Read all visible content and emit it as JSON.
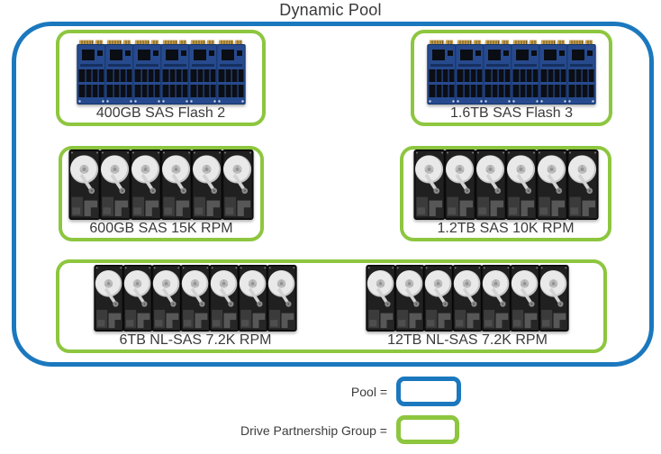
{
  "title": "Dynamic Pool",
  "colors": {
    "pool_blue": "#1b78be",
    "group_green": "#8dc63f",
    "label_text": "#3a3a3a"
  },
  "groups": [
    {
      "label": "400GB SAS Flash 2",
      "drive_type": "ssd",
      "drive_count": 6
    },
    {
      "label": "1.6TB SAS Flash 3",
      "drive_type": "ssd",
      "drive_count": 6
    },
    {
      "label": "600GB SAS 15K RPM",
      "drive_type": "hdd",
      "drive_count": 6
    },
    {
      "label": "1.2TB SAS 10K RPM",
      "drive_type": "hdd",
      "drive_count": 6
    },
    {
      "label": "6TB NL-SAS 7.2K RPM",
      "drive_type": "hdd",
      "drive_count": 7
    },
    {
      "label": "12TB NL-SAS 7.2K RPM",
      "drive_type": "hdd",
      "drive_count": 7
    }
  ],
  "legend": [
    {
      "label": "Pool =",
      "color": "#1b78be"
    },
    {
      "label": "Drive Partnership Group =",
      "color": "#8dc63f"
    }
  ],
  "icons": {
    "ssd": "ssd-drive-icon",
    "hdd": "hdd-drive-icon"
  }
}
